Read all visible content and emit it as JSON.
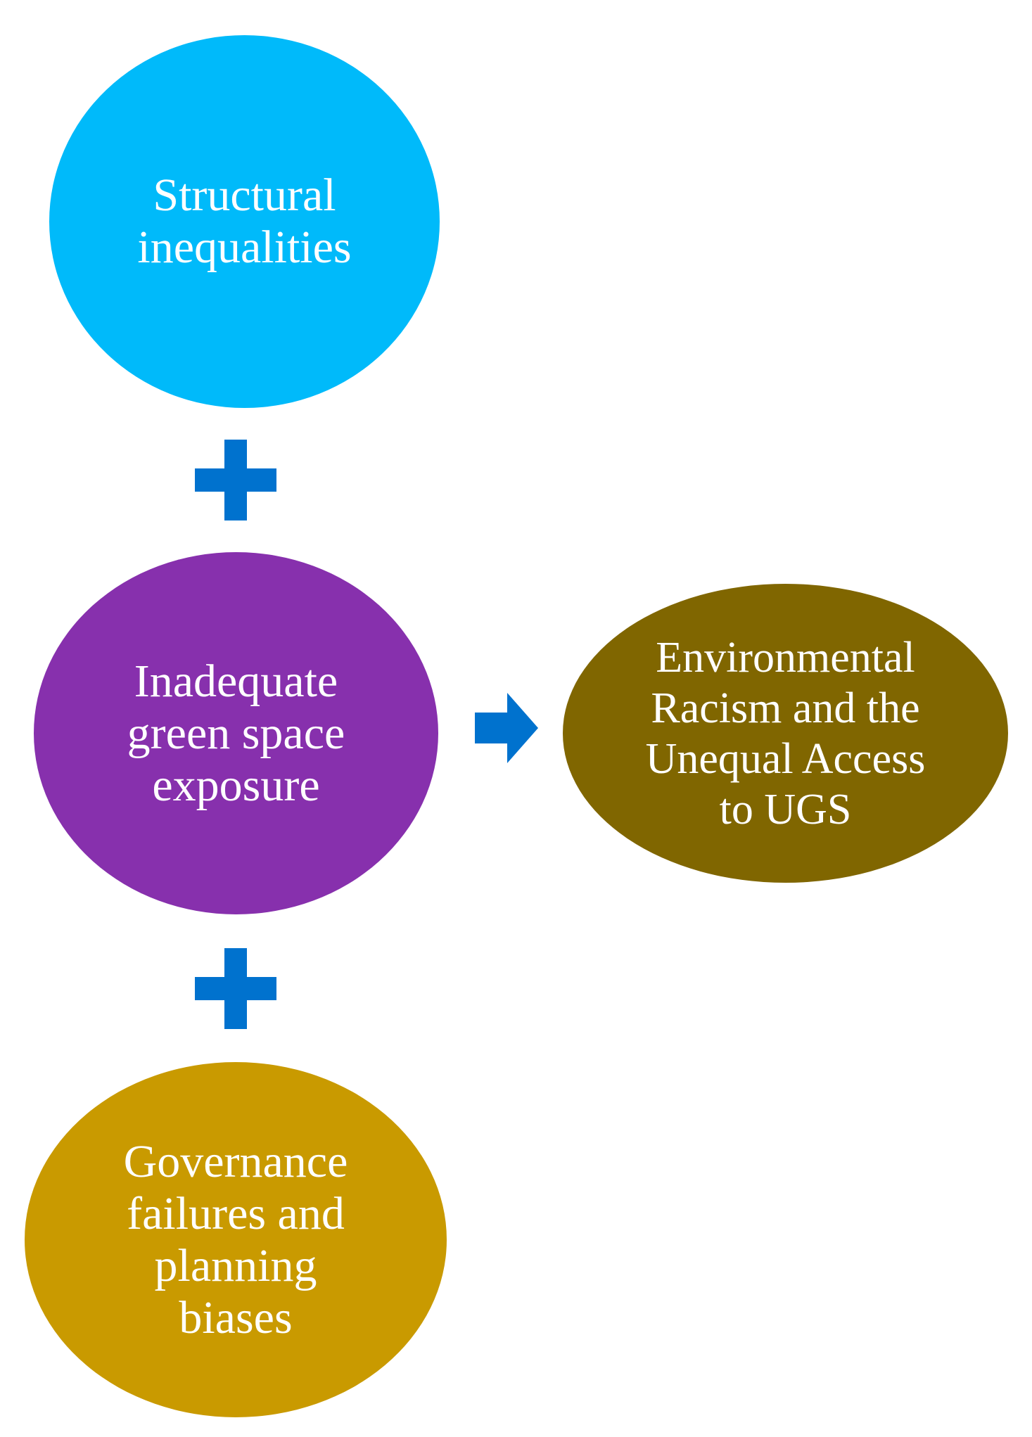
{
  "nodes": {
    "structural": {
      "label": "Structural\ninequalities",
      "color": "#00BAFA"
    },
    "inadequate": {
      "label": "Inadequate\ngreen space\nexposure",
      "color": "#8730AD"
    },
    "outcome": {
      "label": "Environmental\nRacism and the\nUnequal Access\nto UGS",
      "color": "#806600"
    },
    "governance": {
      "label": "Governance\nfailures and\nplanning\nbiases",
      "color": "#C99A00"
    }
  },
  "connectors": {
    "plus_color": "#0072CE",
    "arrow_color": "#0072CE",
    "icons": [
      "plus-icon",
      "plus-icon",
      "arrow-right-icon"
    ]
  }
}
